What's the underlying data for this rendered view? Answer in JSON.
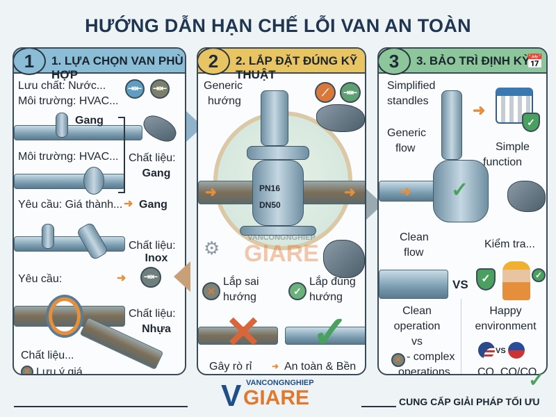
{
  "title": "HƯỚNG DẪN HẠN CHẾ LỖI VAN AN TOÀN",
  "colors": {
    "panel1": "#8cbdd6",
    "panel2": "#e9c462",
    "panel3": "#8cc69a",
    "title": "#1f3550",
    "accent": "#e58f3c",
    "brand_orange": "#e0782e",
    "brand_blue": "#1f4f86"
  },
  "panel1": {
    "number": "1",
    "title": "1. LỰA CHỌN VAN PHÙ HỢP",
    "fluid": "Lưu chất:  Nước...",
    "env1": "Môi trường: HVAC...",
    "gang1": "Gang",
    "env2": "Môi trường: HVAC...",
    "material1_label": "Chất liệu:",
    "material1_value": "Gang",
    "req1": "Yêu cầu: Giá thành...",
    "req1_result": "Gang",
    "material2_label": "Chất liệu:",
    "material2_value": "Inox",
    "req2": "Yêu cầu:",
    "material3_label": "Chất liệu:",
    "material3_value": "Nhựa",
    "material4": "Chất liệu...",
    "price_note": "Lưu ý giá..."
  },
  "panel2": {
    "number": "2",
    "title": "2. LẮP ĐẶT ĐÚNG KỸ THUẬT",
    "generic_l1": "Generic",
    "generic_l2": "hướng",
    "pn": "PN16",
    "dn": "DN50",
    "wrong_l1": "Lắp sai",
    "wrong_l2": "hướng",
    "right_l1": "Lắp đúng",
    "right_l2": "hướng",
    "leak": "Gây rò rỉ",
    "safe": "An toàn & Bền",
    "watermark_top": "VANCONGNGHIEP",
    "watermark_bottom": "GIARE"
  },
  "panel3": {
    "number": "3",
    "title": "3. BẢO TRÌ ĐỊNH KỲ",
    "simplified_l1": "Simplified",
    "simplified_l2": "standles",
    "generic_l1": "Generic",
    "generic_l2": "flow",
    "simple_l1": "Simple",
    "simple_l2": "function",
    "clean_l1": "Clean",
    "clean_l2": "flow",
    "check": "Kiểm tra...",
    "vs": "VS",
    "op_l1": "Clean",
    "op_l2": "operation",
    "op_l3": "vs",
    "op_l4": "- complex",
    "op_l5": "operations",
    "happy_l1": "Happy",
    "happy_l2": "environment",
    "flags_vs": "VS",
    "cq": "CQ, CQ/CQ"
  },
  "logo": {
    "top": "VANCONGNGHIEP",
    "bottom": "GIARE"
  },
  "footer": "CUNG CẤP GIẢI PHÁP TỐI ƯU"
}
